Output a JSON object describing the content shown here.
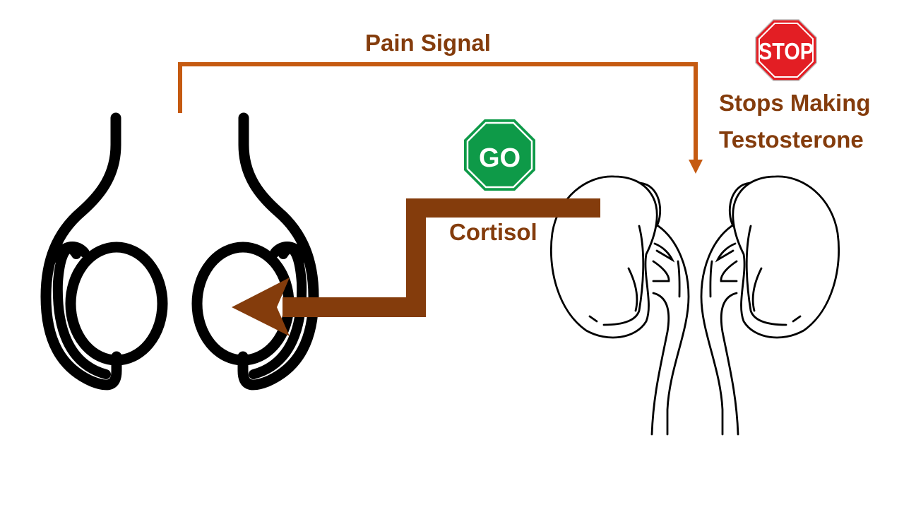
{
  "title": "Pain signal / cortisol feedback diagram",
  "colors": {
    "pain_signal_arrow": "#C55A11",
    "cortisol_arrow": "#843C0C",
    "label_text": "#843C0C",
    "stop_sign": "#E31E24",
    "go_sign": "#0E9A48",
    "outline": "#000000",
    "background": "#FFFFFF"
  },
  "labels": {
    "pain_signal": "Pain Signal",
    "cortisol": "Cortisol",
    "stops_line1": "Stops Making",
    "stops_line2": "Testosterone"
  },
  "signs": {
    "stop": {
      "text": "STOP",
      "icon": "stop-sign-icon"
    },
    "go": {
      "text": "GO",
      "icon": "go-sign-icon"
    }
  },
  "illustrations": {
    "left": "testes-icon",
    "right": "kidneys-adrenal-icon"
  },
  "flows": [
    {
      "name": "pain-signal",
      "from": "testes",
      "to": "adrenal glands",
      "label": "Pain Signal"
    },
    {
      "name": "cortisol",
      "from": "adrenal glands",
      "to": "testes",
      "label": "Cortisol"
    }
  ]
}
